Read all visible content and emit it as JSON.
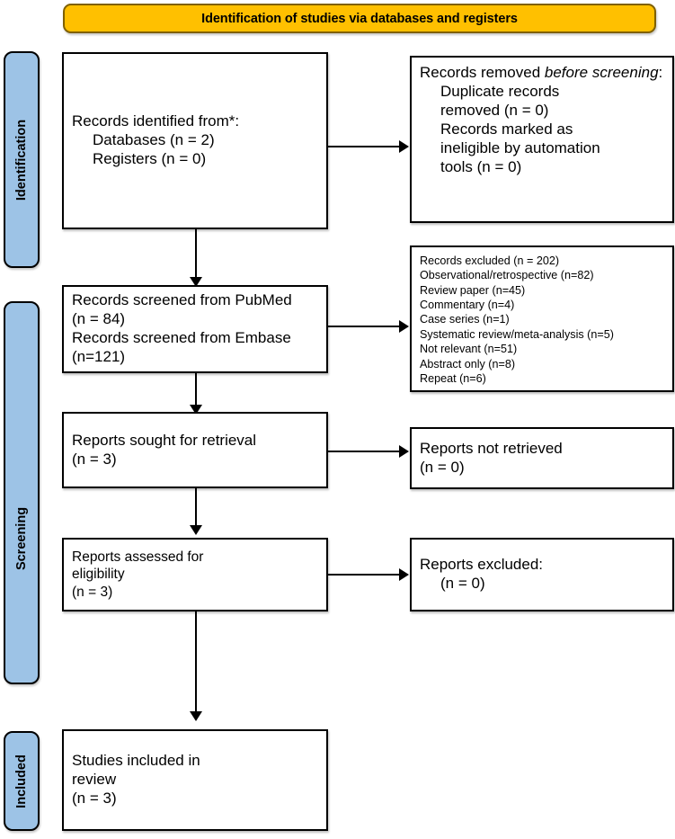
{
  "diagram": {
    "type": "prisma-flow-diagram",
    "banner": {
      "title": "Identification of studies via databases and registers",
      "color": "#FFC000"
    },
    "stages": [
      {
        "id": "identification",
        "label": "Identification",
        "color": "#9DC3E6"
      },
      {
        "id": "screening",
        "label": "Screening",
        "color": "#9DC3E6"
      },
      {
        "id": "included",
        "label": "Included",
        "color": "#9DC3E6"
      }
    ],
    "boxes": {
      "records_identified": {
        "name": "Records identified",
        "lines": [
          "Records identified from*:",
          "Databases (n = 2)",
          "Registers (n = 0)"
        ]
      },
      "records_removed": {
        "name": "Records removed before screening",
        "title_plain": "Records removed ",
        "title_italic": "before screening",
        "title_colon": ":",
        "lines": [
          "Duplicate records",
          "removed (n = 0)",
          "Records marked as",
          "ineligible by automation",
          "tools (n = 0)"
        ]
      },
      "records_screened": {
        "name": "Records screened",
        "lines": [
          "Records screened from PubMed",
          "(n = 84)",
          "Records screened from Embase",
          "(n=121)"
        ]
      },
      "records_excluded": {
        "name": "Records excluded",
        "lines": [
          "Records excluded (n = 202)",
          "Observational/retrospective (n=82)",
          "Review paper (n=45)",
          "Commentary (n=4)",
          "Case series (n=1)",
          "Systematic review/meta-analysis (n=5)",
          "Not relevant (n=51)",
          "Abstract only (n=8)",
          "Repeat (n=6)"
        ]
      },
      "reports_sought": {
        "name": "Reports sought for retrieval",
        "lines": [
          "Reports sought for retrieval",
          "(n = 3)"
        ]
      },
      "reports_not_retrieved": {
        "name": "Reports not retrieved",
        "lines": [
          "Reports not retrieved",
          "(n = 0)"
        ]
      },
      "reports_assessed": {
        "name": "Reports assessed for eligibility",
        "lines": [
          "Reports assessed for",
          "eligibility",
          "(n = 3)"
        ]
      },
      "reports_excluded": {
        "name": "Reports excluded",
        "lines": [
          "Reports excluded:",
          "(n = 0)"
        ]
      },
      "studies_included": {
        "name": "Studies included in review",
        "lines": [
          "Studies included in",
          "review",
          "(n = 3)"
        ]
      }
    }
  }
}
